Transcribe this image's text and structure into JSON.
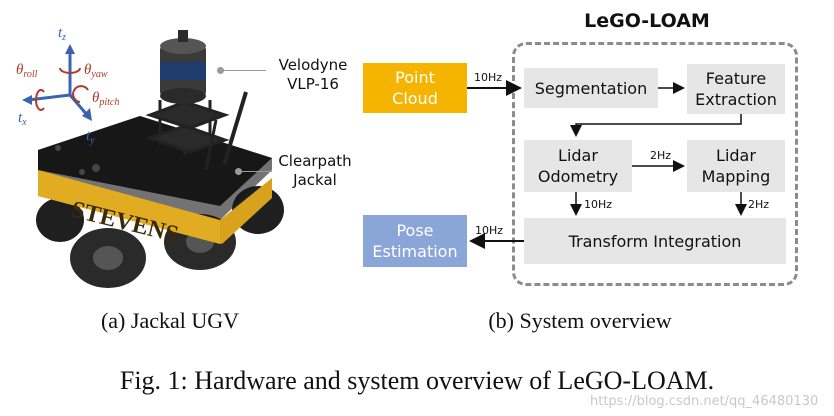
{
  "robot": {
    "axes": {
      "tz": "t",
      "tz_sub": "z",
      "tx": "t",
      "tx_sub": "x",
      "ty": "t",
      "ty_sub": "y",
      "theta_roll": "θ",
      "theta_roll_sub": "roll",
      "theta_yaw": "θ",
      "theta_yaw_sub": "yaw",
      "theta_pitch": "θ",
      "theta_pitch_sub": "pitch"
    },
    "labels": {
      "sensor_line1": "Velodyne",
      "sensor_line2": "VLP-16",
      "platform_line1": "Clearpath",
      "platform_line2": "Jackal"
    },
    "body_text": "STEVENS"
  },
  "diagram": {
    "title": "LeGO-LOAM",
    "nodes": {
      "point_cloud_1": "Point",
      "point_cloud_2": "Cloud",
      "segmentation": "Segmentation",
      "feature_1": "Feature",
      "feature_2": "Extraction",
      "lidar_odom_1": "Lidar",
      "lidar_odom_2": "Odometry",
      "lidar_map_1": "Lidar",
      "lidar_map_2": "Mapping",
      "transform": "Transform Integration",
      "pose_1": "Pose",
      "pose_2": "Estimation"
    },
    "rates": {
      "input": "10Hz",
      "odom_to_map": "2Hz",
      "odom_down": "10Hz",
      "map_down": "2Hz",
      "output": "10Hz"
    },
    "colors": {
      "input": "#f5b400",
      "output": "#8aa6d9",
      "process": "#e6e6e6",
      "border": "#8c8c8c"
    }
  },
  "captions": {
    "sub_a": "(a)  Jackal UGV",
    "sub_b": "(b)  System overview",
    "main": "Fig. 1: Hardware and system overview of LeGO-LOAM."
  },
  "watermark": "https://blog.csdn.net/qq_46480130"
}
